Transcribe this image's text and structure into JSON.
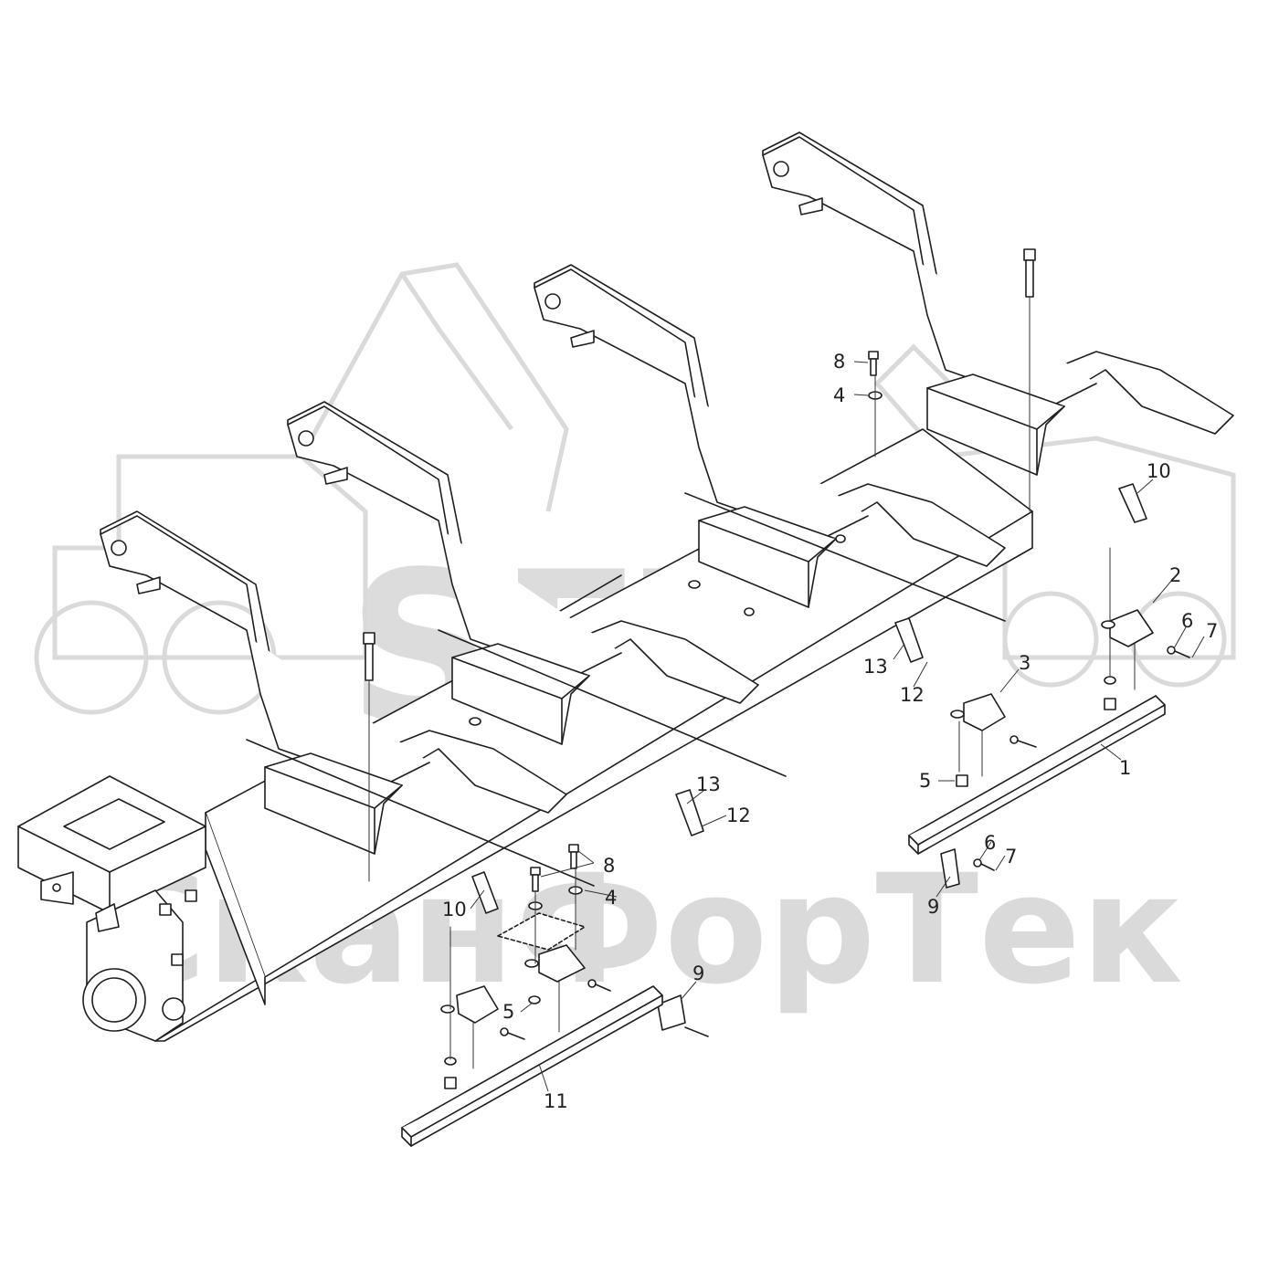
{
  "watermark": {
    "logo_text": "SFT",
    "brand_text": "СканФорТек",
    "color": "#d6d6d6"
  },
  "colors": {
    "line": "#1e1e1e",
    "leader": "#333333",
    "fill": "#ffffff"
  },
  "callouts": [
    {
      "id": "c1",
      "text": "1"
    },
    {
      "id": "c2",
      "text": "2"
    },
    {
      "id": "c3",
      "text": "3"
    },
    {
      "id": "c4a",
      "text": "4"
    },
    {
      "id": "c4b",
      "text": "4"
    },
    {
      "id": "c5a",
      "text": "5"
    },
    {
      "id": "c5b",
      "text": "5"
    },
    {
      "id": "c6a",
      "text": "6"
    },
    {
      "id": "c6b",
      "text": "6"
    },
    {
      "id": "c7a",
      "text": "7"
    },
    {
      "id": "c7b",
      "text": "7"
    },
    {
      "id": "c8a",
      "text": "8"
    },
    {
      "id": "c8b",
      "text": "8"
    },
    {
      "id": "c9a",
      "text": "9"
    },
    {
      "id": "c9b",
      "text": "9"
    },
    {
      "id": "c10a",
      "text": "10"
    },
    {
      "id": "c10b",
      "text": "10"
    },
    {
      "id": "c11",
      "text": "11"
    },
    {
      "id": "c12a",
      "text": "12"
    },
    {
      "id": "c12b",
      "text": "12"
    },
    {
      "id": "c13a",
      "text": "13"
    },
    {
      "id": "c13b",
      "text": "13"
    }
  ]
}
